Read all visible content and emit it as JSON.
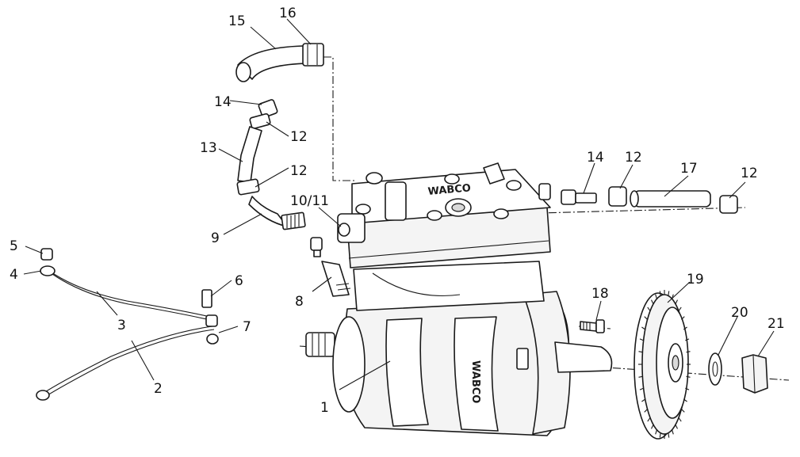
{
  "diagram": {
    "callouts": {
      "c1": "1",
      "c2": "2",
      "c3": "3",
      "c4": "4",
      "c5": "5",
      "c6": "6",
      "c7": "7",
      "c8": "8",
      "c9": "9",
      "c10_11": "10/11",
      "c12a": "12",
      "c12b": "12",
      "c12c": "12",
      "c12d": "12",
      "c13": "13",
      "c14a": "14",
      "c14b": "14",
      "c15": "15",
      "c16": "16",
      "c17": "17",
      "c18": "18",
      "c19": "19",
      "c20": "20",
      "c21": "21"
    },
    "brand_text": "WABCO"
  }
}
